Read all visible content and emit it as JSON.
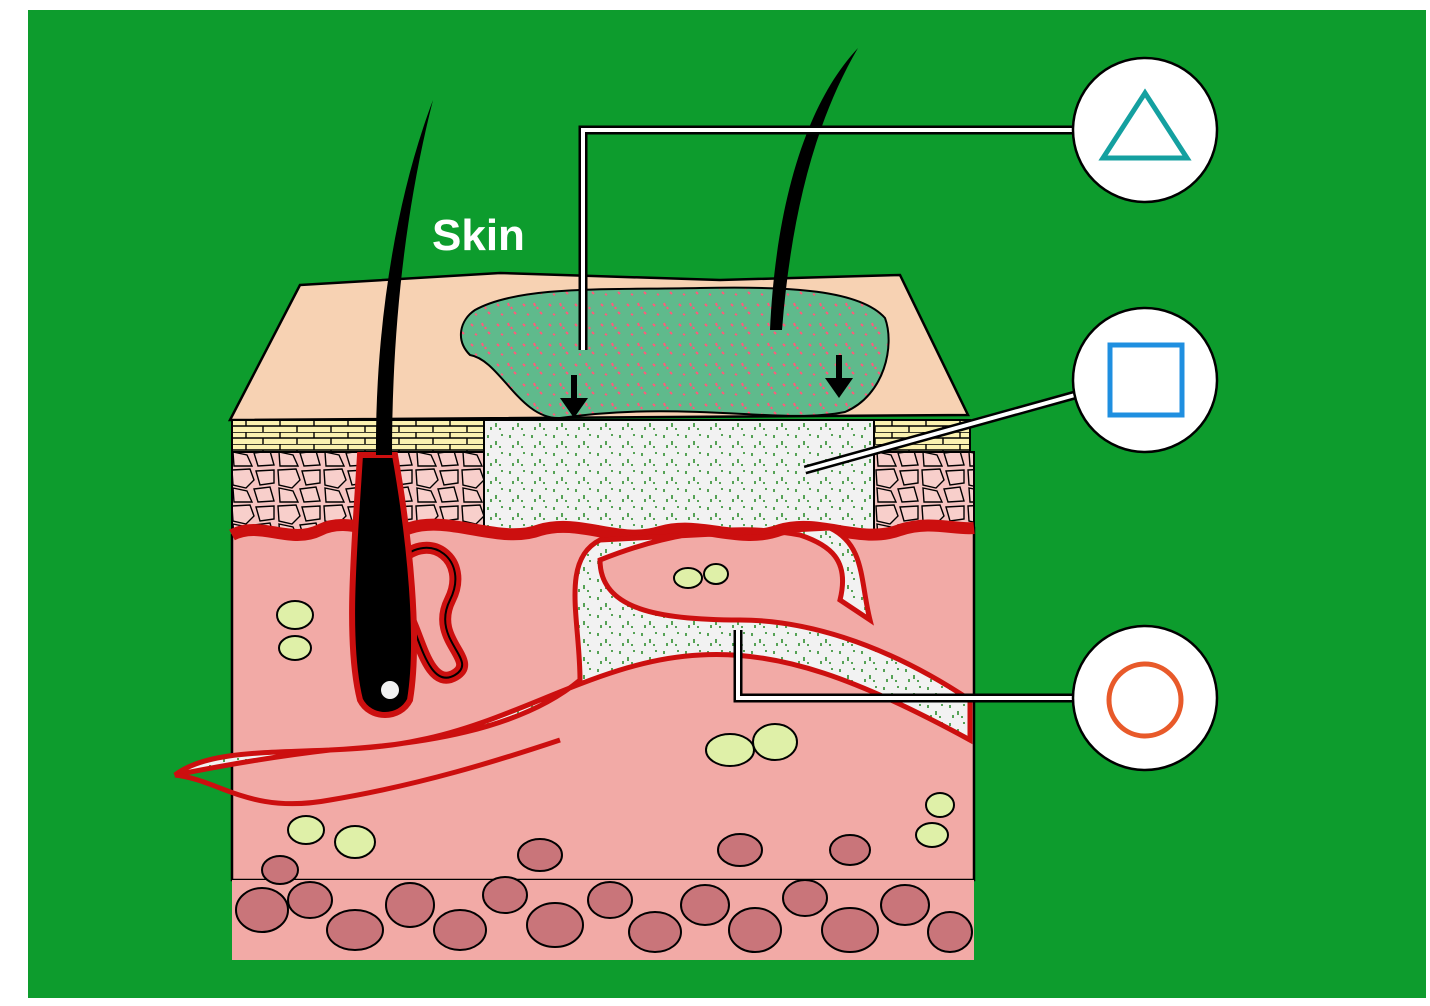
{
  "diagram": {
    "title": "Skin",
    "colors": {
      "background": "#0d9c2d",
      "epidermis_surface": "#f7d2b3",
      "stratum_corneum": "#fbf2b0",
      "epidermis_cells": "#f6c4c1",
      "dermis": "#f2aaa6",
      "blood_vessel": "#cc0f0f",
      "lymph_vessel_fill": "#f2f2f2",
      "wound_patch": "#5fba8c",
      "wound_dots": "#ff5a7a",
      "fat_cells": "#c9757a",
      "cell_outline": "#cfe88a",
      "hair": "#000000"
    },
    "markers": [
      {
        "name": "triangle",
        "icon": "triangle-icon",
        "color": "#14a0a0"
      },
      {
        "name": "square",
        "icon": "square-icon",
        "color": "#1f8fe0"
      },
      {
        "name": "circle",
        "icon": "circle-icon",
        "color": "#e85a2a"
      }
    ]
  }
}
